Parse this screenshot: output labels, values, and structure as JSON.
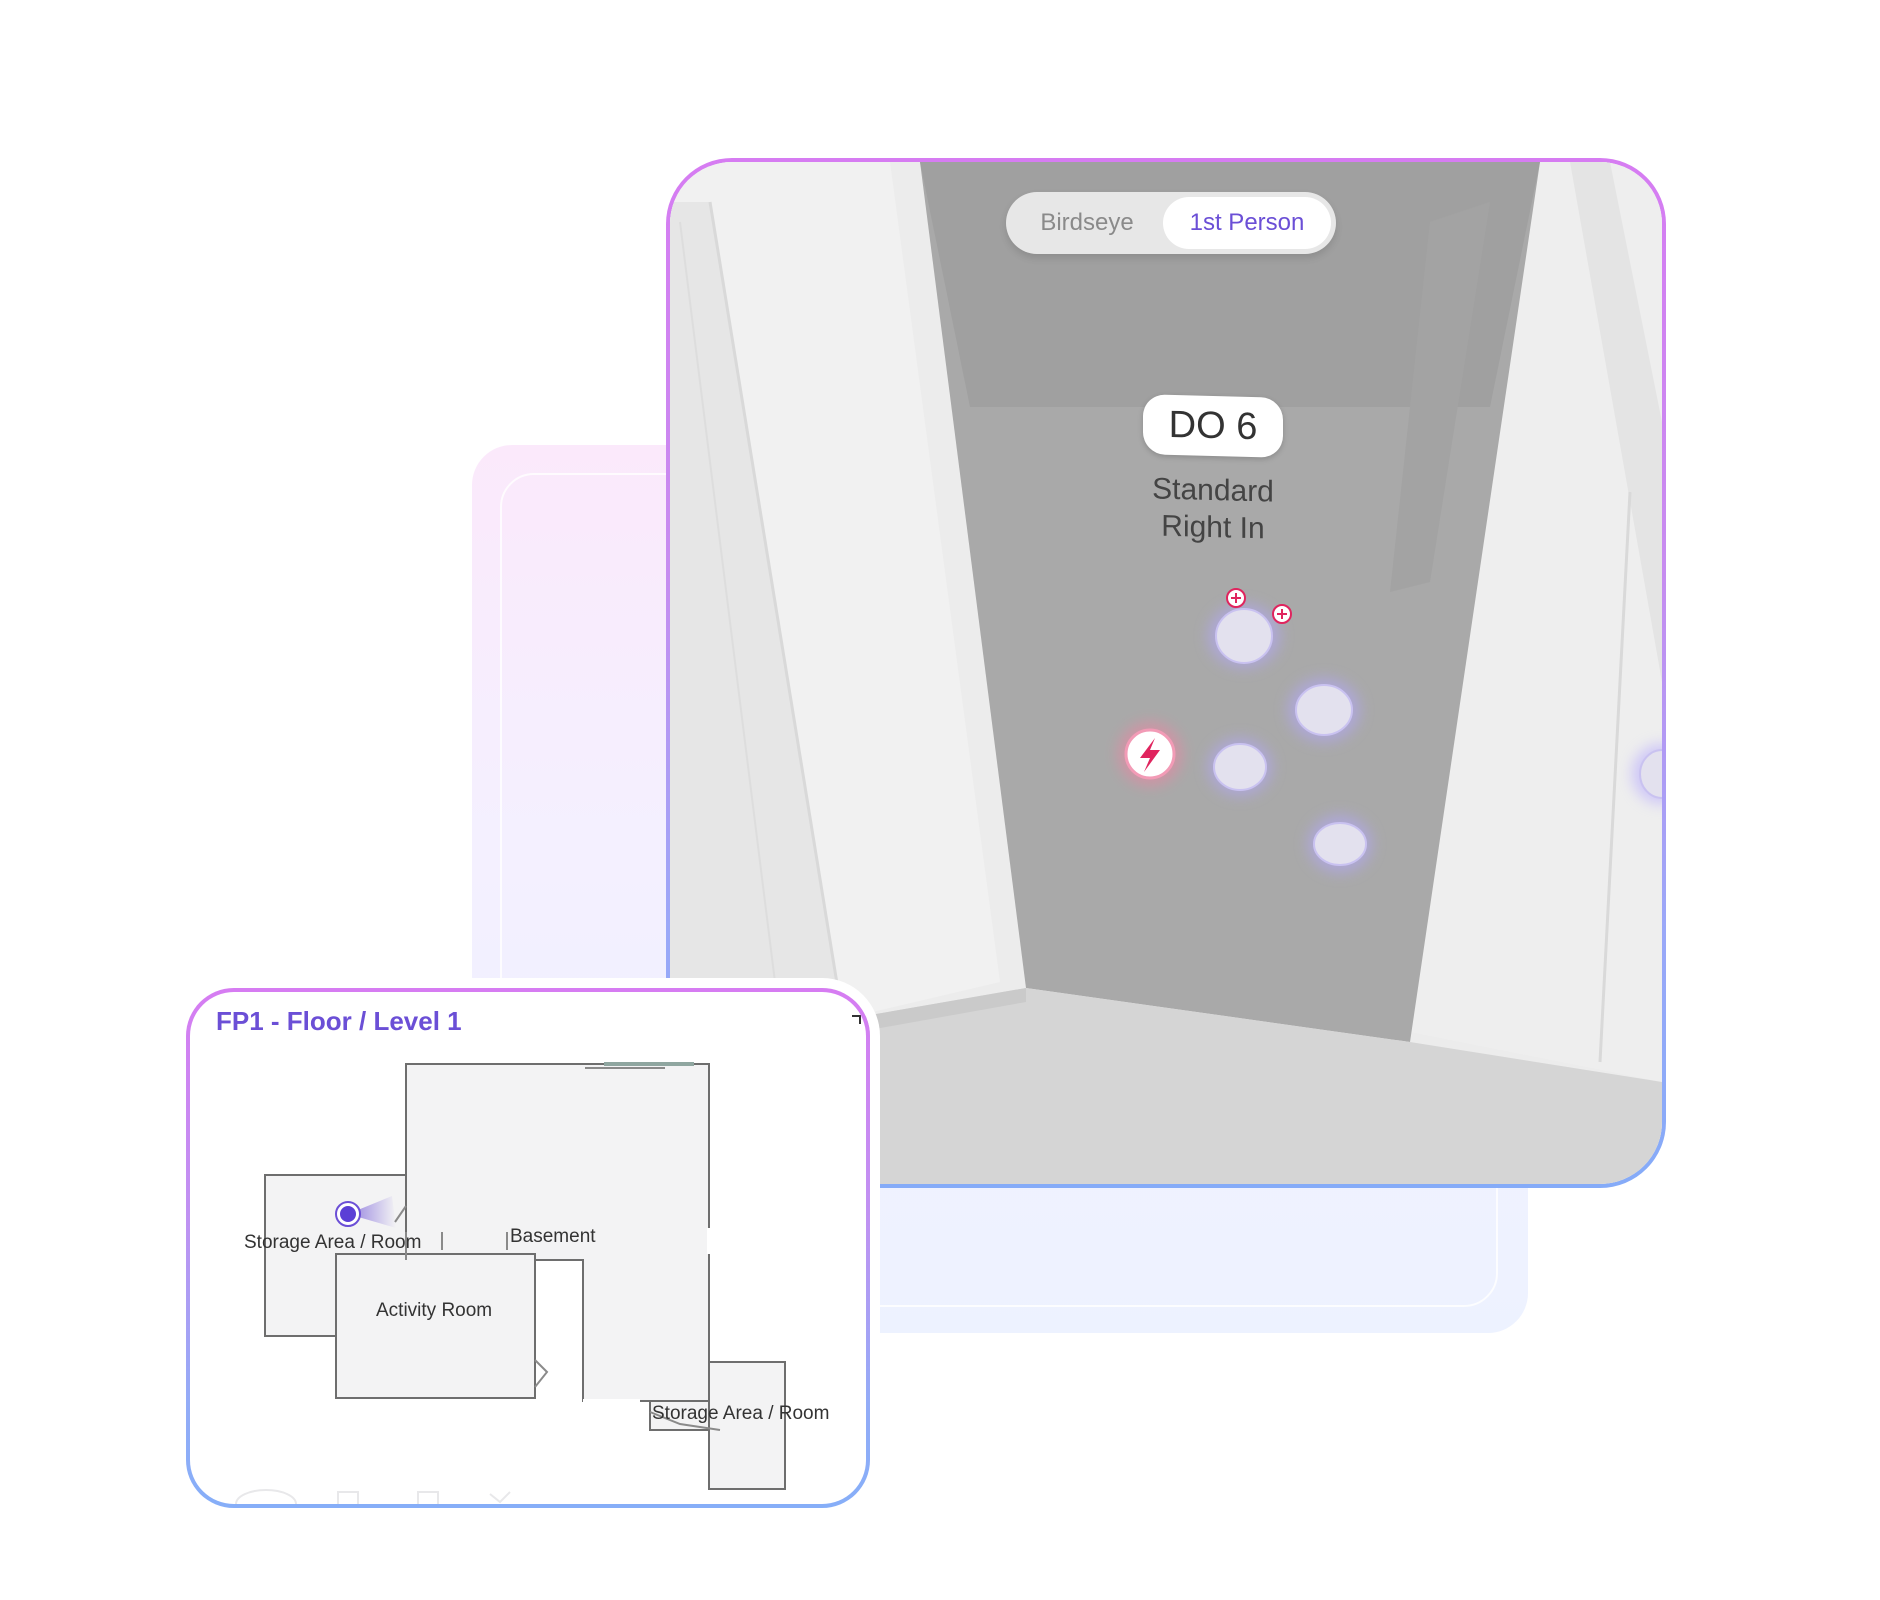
{
  "viewer": {
    "toggle": {
      "birdseye_label": "Birdseye",
      "first_person_label": "1st Person",
      "selected": "1st Person"
    },
    "marker": {
      "code": "DO 6",
      "line1": "Standard",
      "line2": "Right In"
    },
    "icons": [
      "lightning-bolt-icon",
      "plus-icon"
    ]
  },
  "floor_plan": {
    "title": "FP1 - Floor / Level 1",
    "rooms": [
      {
        "label": "Storage Area / Room"
      },
      {
        "label": "Basement"
      },
      {
        "label": "Activity Room"
      },
      {
        "label": "Storage Area / Room"
      }
    ],
    "position_marker": "current-position-icon"
  },
  "colors": {
    "accent": "#6b4fd6",
    "gradient_top": "#d67cf2",
    "gradient_bottom": "#85abf8",
    "alert": "#e0245e"
  }
}
